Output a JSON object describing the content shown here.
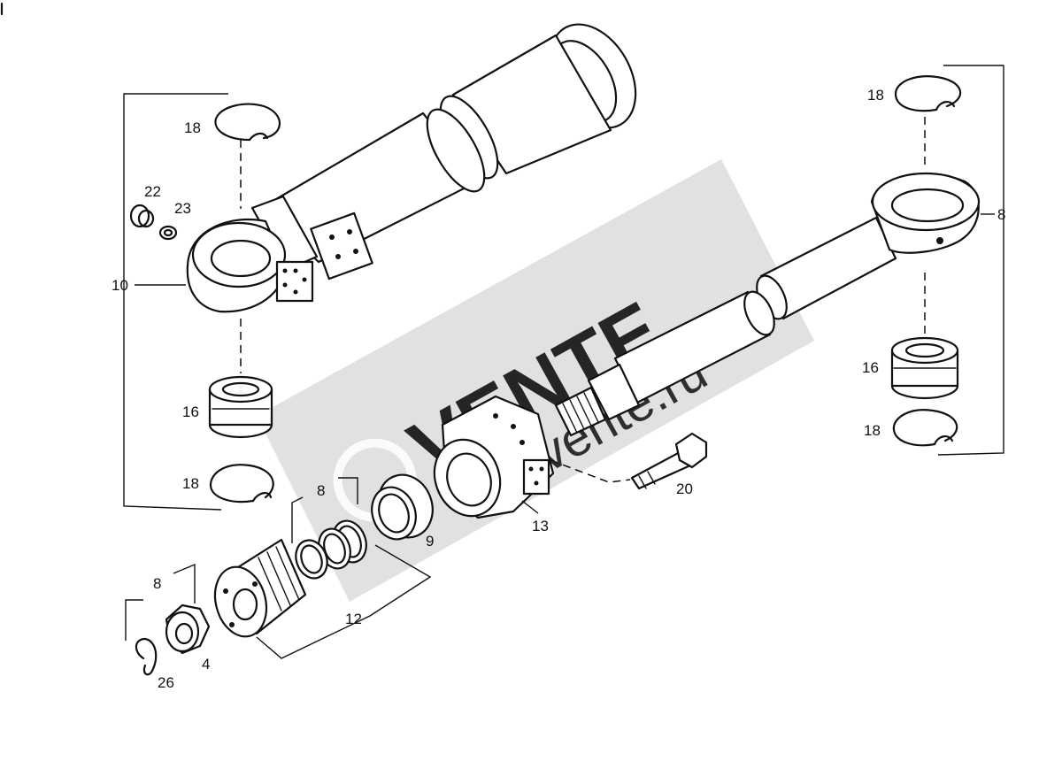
{
  "watermark": {
    "brand": "VENTE",
    "site": "movente.ru",
    "color": "#9a9a9a"
  },
  "callouts": {
    "c18_left_top": "18",
    "c22": "22",
    "c23": "23",
    "c10": "10",
    "c16_left": "16",
    "c18_left_bottom": "18",
    "c18_right_top": "18",
    "c8_right": "8",
    "c16_right": "16",
    "c18_right_bottom": "18",
    "c20": "20",
    "c13": "13",
    "c9": "9",
    "c8_mid": "8",
    "c12": "12",
    "c8_low": "8",
    "c4": "4",
    "c26": "26"
  }
}
